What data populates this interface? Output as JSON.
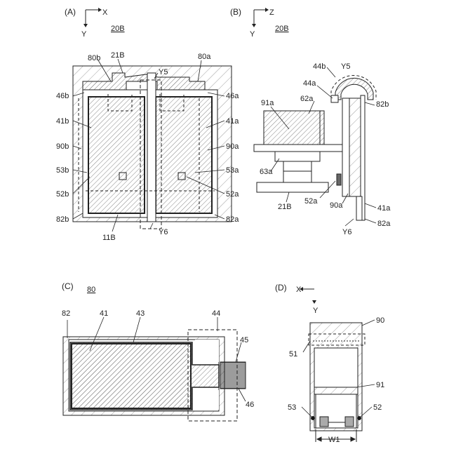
{
  "panel_a": {
    "label": "(A)",
    "axis_x": "X",
    "axis_y": "Y",
    "ref": "20B",
    "labels": {
      "l80b": "80b",
      "l21B": "21B",
      "l80a": "80a",
      "lY5": "Y5",
      "l46b": "46b",
      "l46a": "46a",
      "l41b": "41b",
      "l41a": "41a",
      "l90b": "90b",
      "l90a": "90a",
      "l53b": "53b",
      "l53a": "53a",
      "l52b": "52b",
      "l52a": "52a",
      "l82b": "82b",
      "l82a": "82a",
      "l11B": "11B",
      "lY6": "Y6"
    }
  },
  "panel_b": {
    "label": "(B)",
    "axis_x": "Z",
    "axis_y": "Y",
    "ref": "20B",
    "labels": {
      "l44b": "44b",
      "lY5": "Y5",
      "l44a": "44a",
      "l62a": "62a",
      "l91a": "91a",
      "l82b": "82b",
      "l63a": "63a",
      "l52a": "52a",
      "l21B": "21B",
      "l90a": "90a",
      "l41a": "41a",
      "lY6": "Y6",
      "l82a": "82a"
    }
  },
  "panel_c": {
    "label": "(C)",
    "ref": "80",
    "labels": {
      "l82": "82",
      "l41": "41",
      "l43": "43",
      "l44": "44",
      "l45": "45",
      "l46": "46"
    }
  },
  "panel_d": {
    "label": "(D)",
    "axis_x": "X",
    "axis_y": "Y",
    "labels": {
      "l90": "90",
      "l51": "51",
      "l91": "91",
      "l53": "53",
      "l52": "52",
      "lW1": "W1"
    }
  }
}
